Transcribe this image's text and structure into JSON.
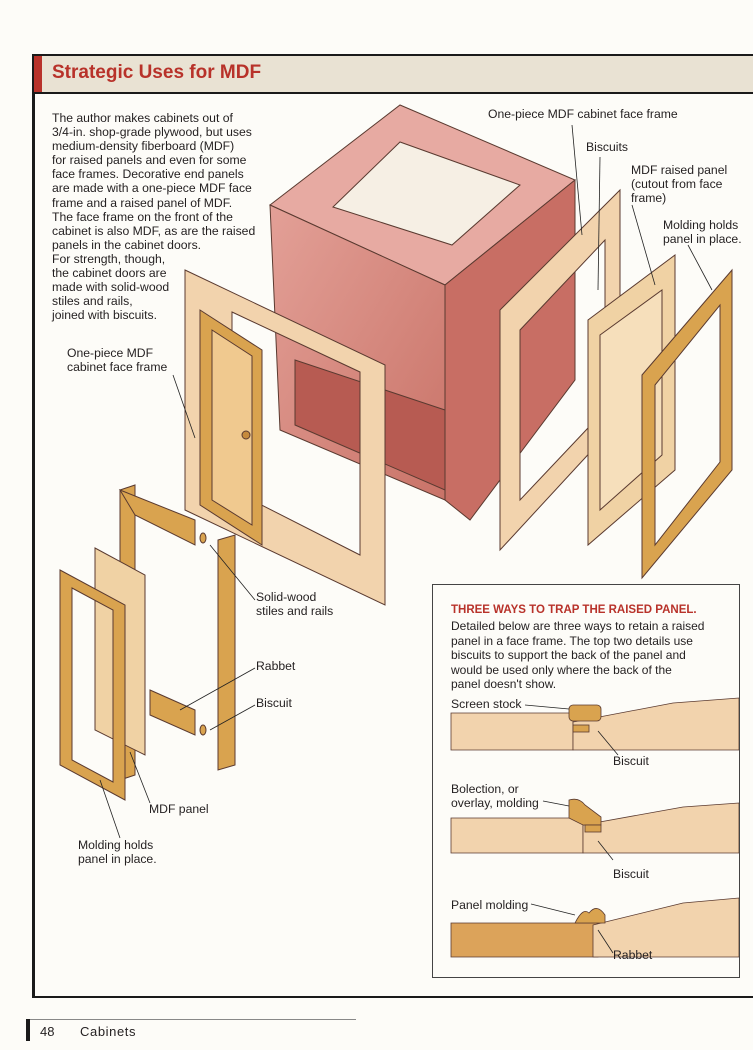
{
  "header": {
    "title": "Strategic Uses for MDF"
  },
  "intro": {
    "lines": [
      "The author makes cabinets out of",
      "3/4-in. shop-grade plywood, but uses",
      "medium-density fiberboard (MDF)",
      "for raised panels and even for some",
      "face frames. Decorative end panels",
      "are made with a one-piece MDF face",
      "frame and a raised panel of MDF.",
      "The face frame on the front of the",
      "cabinet is also MDF, as are the raised",
      "panels in the cabinet doors.",
      "For strength, though,",
      "the cabinet doors are",
      "made with solid-wood",
      "stiles and rails,",
      "joined with biscuits."
    ]
  },
  "callouts": {
    "face_frame_right": "One-piece MDF cabinet face frame",
    "biscuits": "Biscuits",
    "raised_panel": [
      "MDF raised panel",
      "(cutout from face",
      "frame)"
    ],
    "molding_right": [
      "Molding holds",
      "panel in place."
    ],
    "face_frame_left": [
      "One-piece MDF",
      "cabinet face frame"
    ],
    "stiles_rails": [
      "Solid-wood",
      "stiles and rails"
    ],
    "rabbet": "Rabbet",
    "biscuit": "Biscuit",
    "mdf_panel": "MDF panel",
    "molding_left": [
      "Molding holds",
      "panel in place."
    ]
  },
  "inset": {
    "title": "THREE WAYS TO TRAP THE RAISED PANEL.",
    "lines": [
      "Detailed below are three ways to retain a raised",
      "panel in a face frame. The top two details use",
      "biscuits to support the back of the panel and",
      "would be used only where the back of the",
      "panel doesn't show."
    ],
    "detail1": {
      "stock": "Screen stock",
      "biscuit": "Biscuit"
    },
    "detail2": {
      "molding": [
        "Bolection, or",
        "overlay, molding"
      ],
      "biscuit": "Biscuit"
    },
    "detail3": {
      "molding": "Panel molding",
      "rabbet": "Rabbet"
    }
  },
  "footer": {
    "page": "48",
    "section": "Cabinets"
  },
  "colors": {
    "accent": "#b8322a",
    "carcass": "#d98d86",
    "mdf": "#f2d3ad",
    "solid_wood": "#d9a34f"
  }
}
